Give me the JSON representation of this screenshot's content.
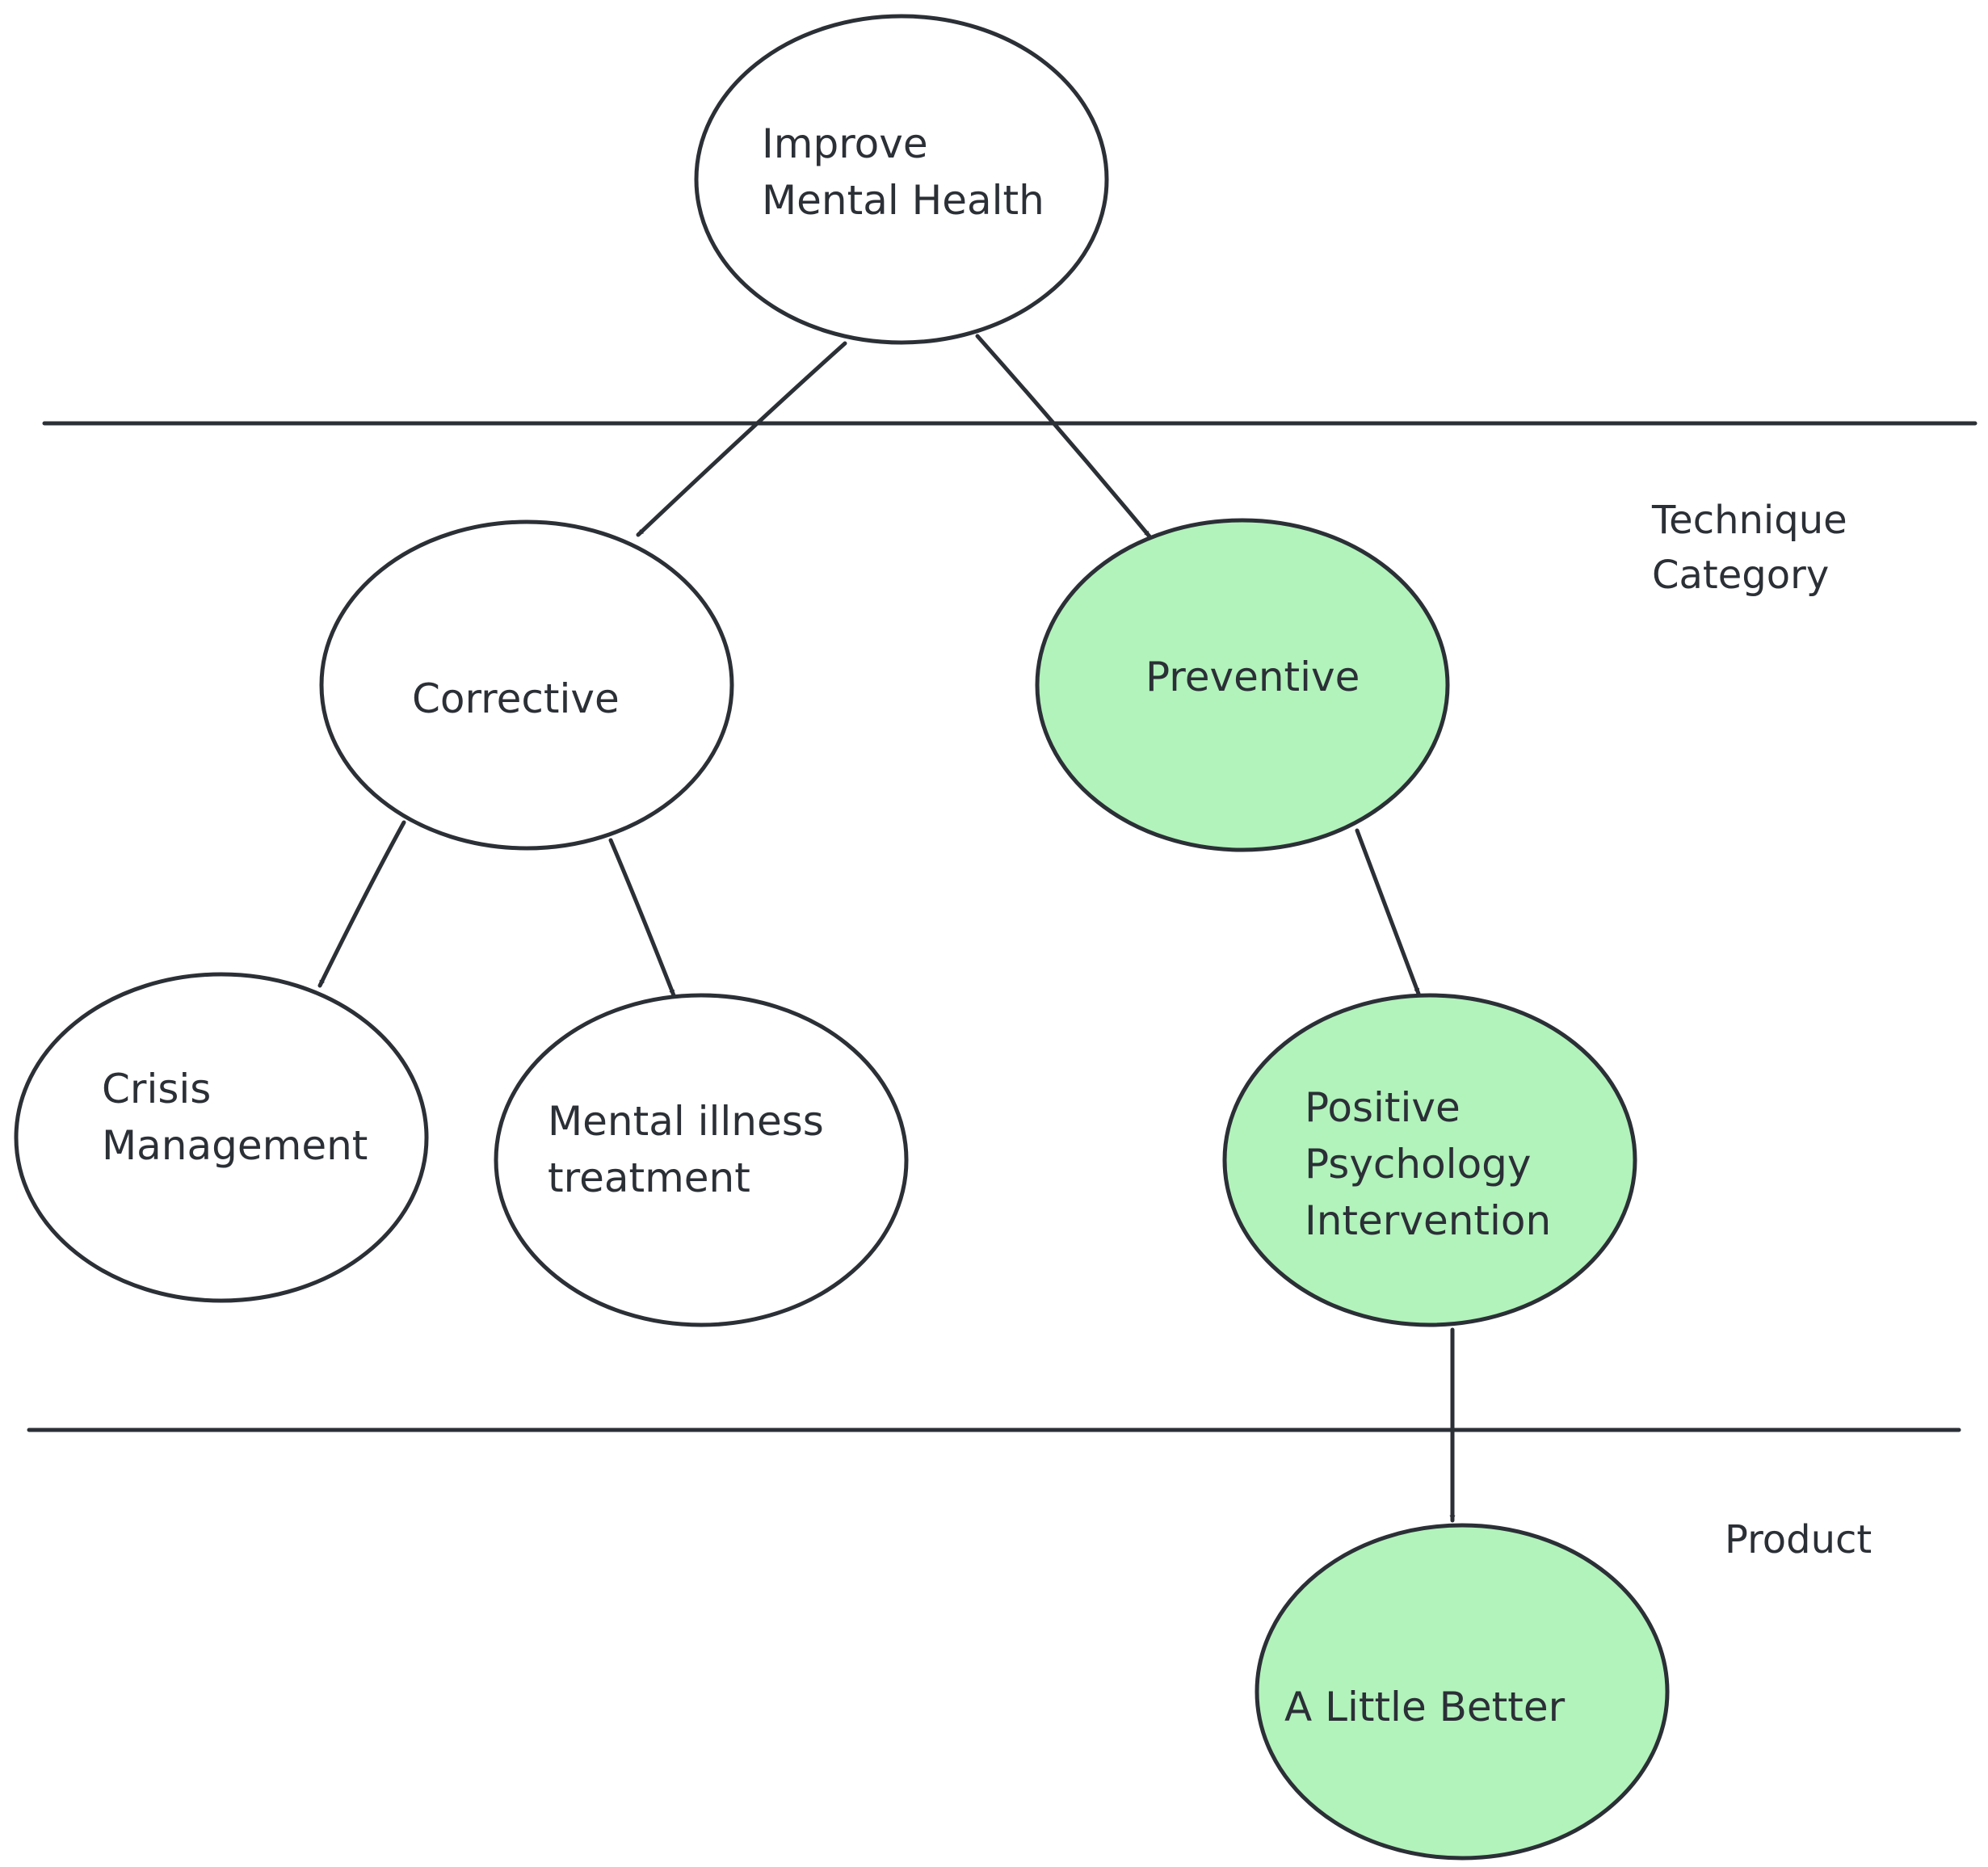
{
  "colors": {
    "stroke": "#2b2f36",
    "plain_fill": "#ffffff",
    "accent_fill": "#b2f2bb"
  },
  "regions": {
    "technique": {
      "lines": [
        "Technique",
        "Category"
      ]
    },
    "product": {
      "lines": [
        "Product"
      ]
    }
  },
  "nodes": {
    "improve": {
      "lines": [
        "Improve",
        "Mental Health"
      ]
    },
    "corrective": {
      "lines": [
        "Corrective"
      ]
    },
    "preventive": {
      "lines": [
        "Preventive"
      ]
    },
    "crisis": {
      "lines": [
        "Crisis",
        "Management"
      ]
    },
    "illness": {
      "lines": [
        "Mental illness",
        "treatment"
      ]
    },
    "positive": {
      "lines": [
        "Positive",
        "Psychology",
        "Intervention"
      ]
    },
    "better": {
      "lines": [
        "A Little Better"
      ]
    }
  },
  "edges": [
    {
      "from": "improve",
      "to": "corrective"
    },
    {
      "from": "improve",
      "to": "preventive"
    },
    {
      "from": "corrective",
      "to": "crisis"
    },
    {
      "from": "corrective",
      "to": "illness"
    },
    {
      "from": "preventive",
      "to": "positive"
    },
    {
      "from": "positive",
      "to": "better"
    }
  ]
}
